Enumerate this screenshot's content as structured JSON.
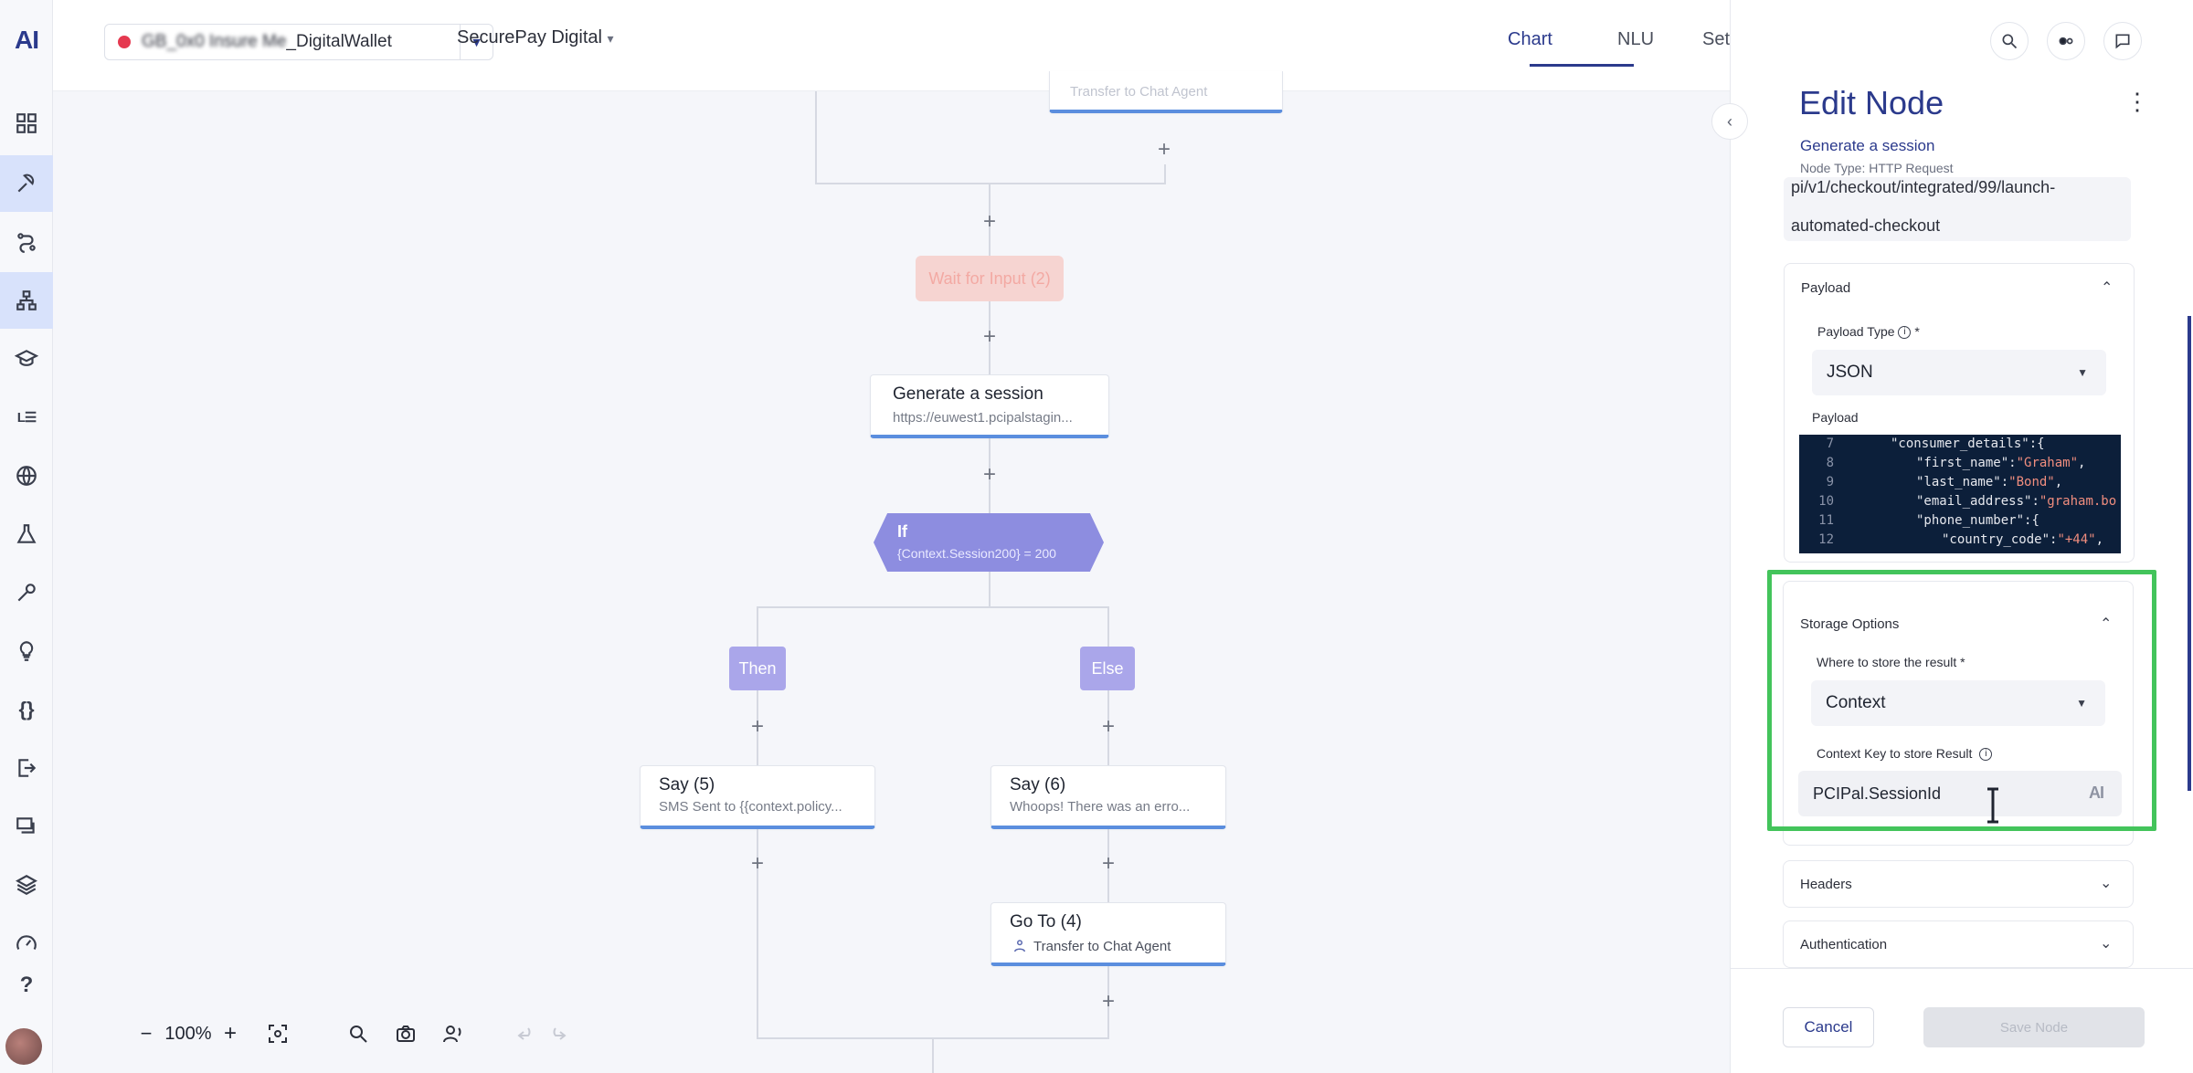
{
  "app": {
    "logo": "AI"
  },
  "topbar": {
    "bot_name_masked": "GB_0x0 Insure Me",
    "bot_name_suffix": "_DigitalWallet",
    "language": "SecurePay Digital",
    "language_caret": "▾",
    "tabs": [
      {
        "label": "Chart",
        "active": true
      },
      {
        "label": "NLU",
        "active": false
      },
      {
        "label": "Set",
        "active": false
      }
    ]
  },
  "flow": {
    "top_node": {
      "subtitle": "Transfer to Chat Agent"
    },
    "wait_node": {
      "title": "Wait for Input (2)"
    },
    "http_node": {
      "title": "Generate a session",
      "subtitle": "https://euwest1.pcipalstagin..."
    },
    "if_node": {
      "title": "If",
      "condition": "{Context.Session200} = 200"
    },
    "then_label": "Then",
    "else_label": "Else",
    "say5": {
      "title": "Say (5)",
      "subtitle": "SMS Sent to {{context.policy..."
    },
    "say6": {
      "title": "Say (6)",
      "subtitle": "Whoops! There was an erro..."
    },
    "goto4": {
      "title": "Go To (4)",
      "subtitle": "Transfer to Chat Agent"
    },
    "plus": "+"
  },
  "zoom": {
    "minus": "−",
    "level": "100%",
    "plus": "+"
  },
  "panel": {
    "collapse": "‹",
    "title": "Edit Node",
    "kebab": "⋮",
    "node_name": "Generate a session",
    "node_type": "Node Type: HTTP Request",
    "url_line1": "pi/v1/checkout/integrated/99/launch-",
    "url_line2": "automated-checkout",
    "payload": {
      "title": "Payload",
      "caret": "⌃",
      "type_label": "Payload Type",
      "type_required": " *",
      "type_value": "JSON",
      "body_label": "Payload",
      "code_lines": [
        {
          "n": "7",
          "indent": 2,
          "key": "\"consumer_details\"",
          "rest": ":{"
        },
        {
          "n": "8",
          "indent": 3,
          "key": "\"first_name\"",
          "rest": ":",
          "val": "\"Graham\"",
          "tail": ","
        },
        {
          "n": "9",
          "indent": 3,
          "key": "\"last_name\"",
          "rest": ":",
          "val": "\"Bond\"",
          "tail": ","
        },
        {
          "n": "10",
          "indent": 3,
          "key": "\"email_address\"",
          "rest": ":",
          "val": "\"graham.bo",
          "tail": ""
        },
        {
          "n": "11",
          "indent": 3,
          "key": "\"phone_number\"",
          "rest": ":{"
        },
        {
          "n": "12",
          "indent": 4,
          "key": "\"country_code\"",
          "rest": ":",
          "val": "\"+44\"",
          "tail": ","
        }
      ]
    },
    "storage": {
      "title": "Storage Options",
      "caret": "⌃",
      "where_label": "Where to store the result *",
      "where_value": "Context",
      "key_label": "Context Key to store Result",
      "key_value": "PCIPal.SessionId",
      "key_ai": "AI"
    },
    "headers": {
      "title": "Headers",
      "caret": "⌄"
    },
    "auth": {
      "title": "Authentication",
      "caret": "⌄"
    },
    "cancel_label": "Cancel",
    "save_label": "Save Node"
  },
  "colors": {
    "brand": "#2b3a8c",
    "highlight": "#43c45b",
    "if_node": "#8d8de0",
    "branch": "#aaa6ea",
    "status_dot": "#e53950"
  },
  "icons": [
    "dashboard-icon",
    "build-icon",
    "flow-icon",
    "team-icon",
    "training-icon",
    "list-icon",
    "globe-icon",
    "flask-icon",
    "tools-icon",
    "lightbulb-icon",
    "code-braces-icon",
    "export-icon",
    "chat-icon",
    "layers-icon",
    "gauge-icon",
    "help-icon",
    "search-icon",
    "toggle-icon",
    "message-icon",
    "fit-screen-icon",
    "zoom-search-icon",
    "camera-icon",
    "voice-icon",
    "undo-icon",
    "redo-icon",
    "info-icon",
    "sitemap-icon"
  ]
}
